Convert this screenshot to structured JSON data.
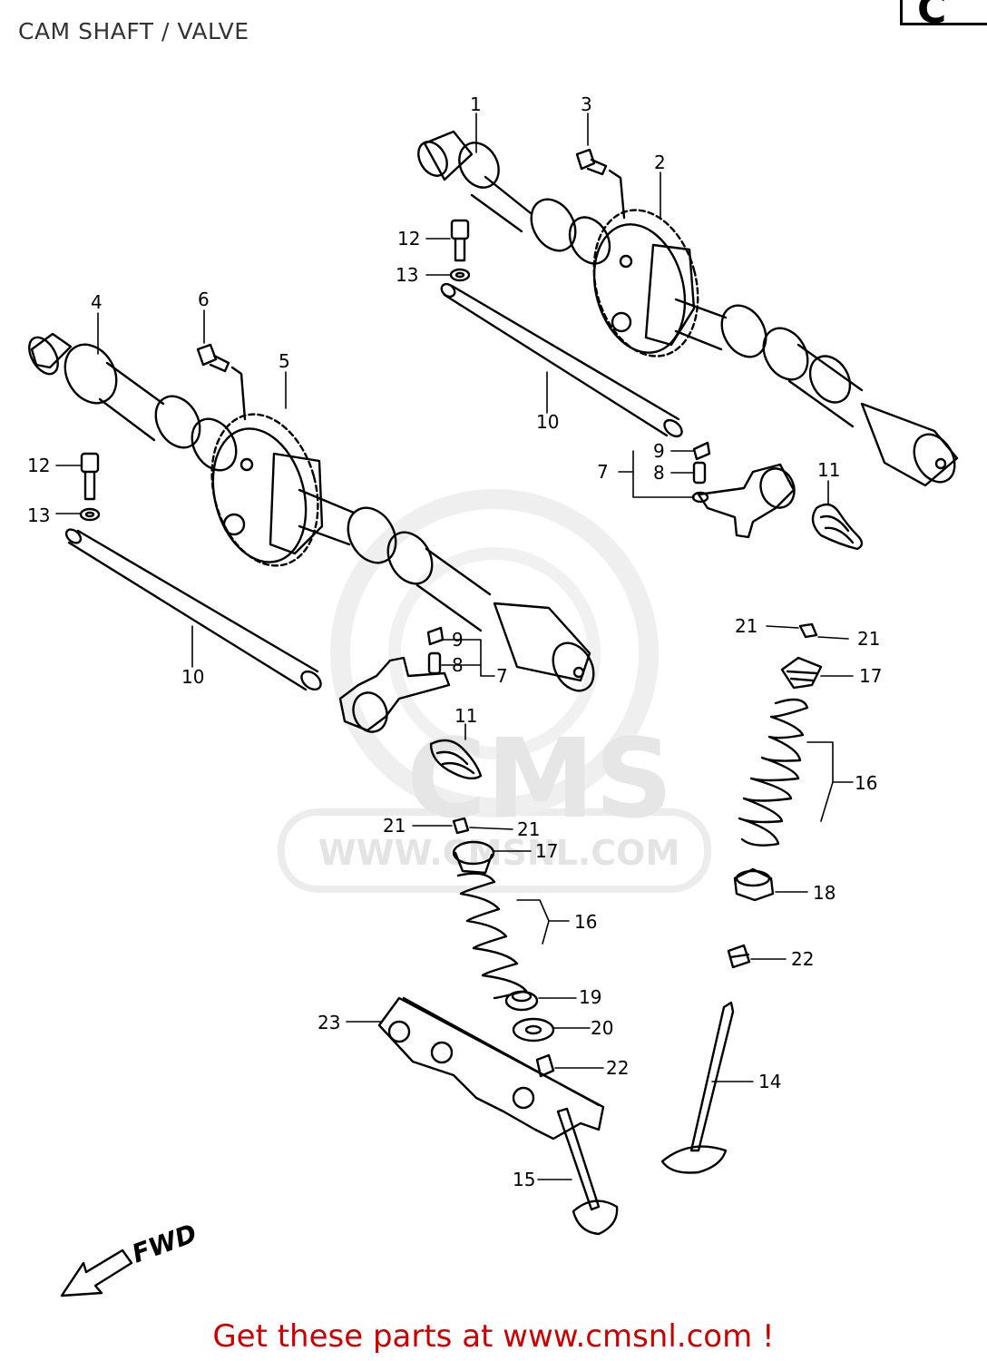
{
  "title": "CAM SHAFT / VALVE",
  "corner_tab": "C",
  "footer": "Get these parts at www.cmsnl.com !",
  "watermark": {
    "brand": "CMS",
    "url": "WWW.CMSNL.COM"
  },
  "fwd_label": "FWD",
  "callouts": [
    "1",
    "2",
    "3",
    "4",
    "5",
    "6",
    "7",
    "8",
    "9",
    "10",
    "11",
    "12",
    "13",
    "14",
    "15",
    "16",
    "17",
    "18",
    "19",
    "20",
    "21",
    "22",
    "23"
  ],
  "colors": {
    "footer": "#cc0000",
    "watermark": "#e6e6e6",
    "lines": "#000000"
  }
}
